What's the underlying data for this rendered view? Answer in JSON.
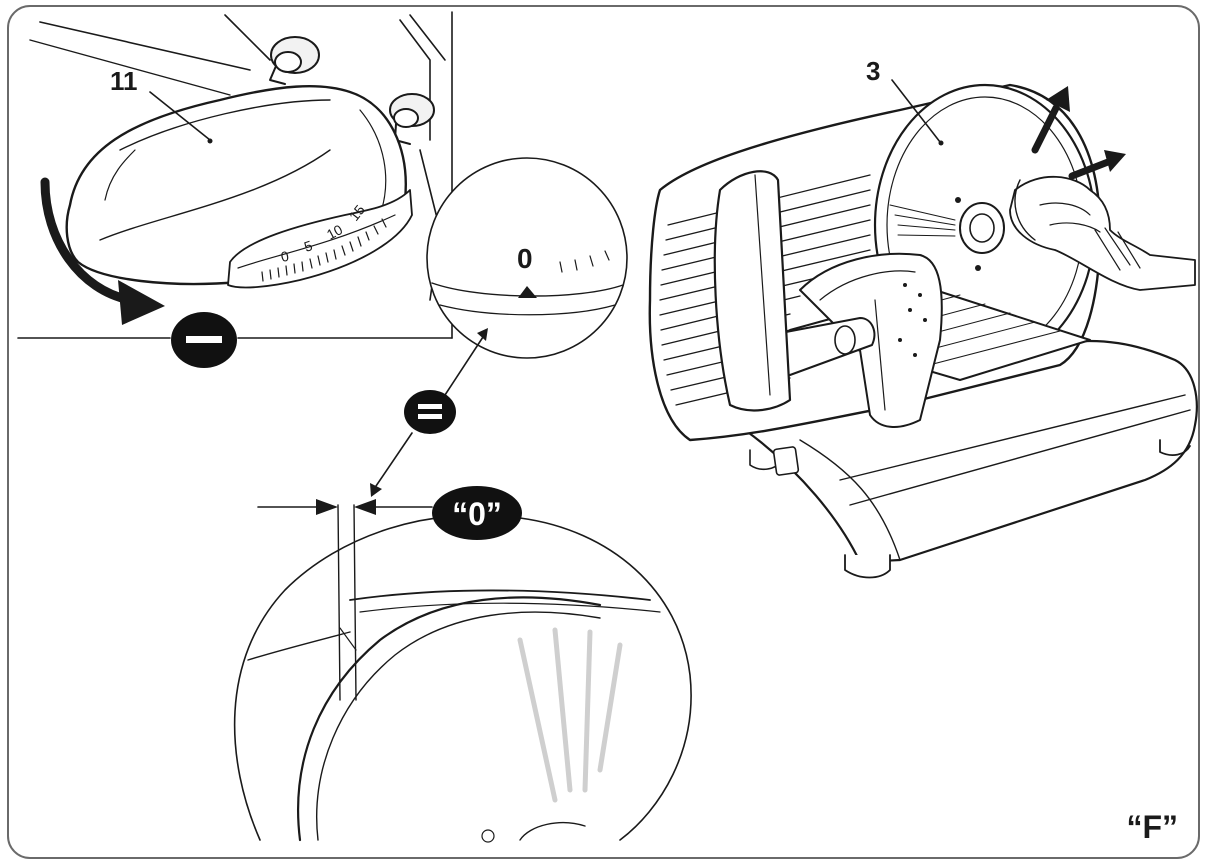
{
  "labels": {
    "part_dial": "11",
    "part_blade": "3",
    "dial_zero": "0",
    "scale_0": "0",
    "scale_5": "5",
    "scale_10": "10",
    "scale_15": "15",
    "minus_symbol": "—",
    "equals_symbol": "=",
    "zero_badge": "“0”",
    "figure_id": "“F”"
  },
  "colors": {
    "ink": "#1a1a1a",
    "badge": "#111111",
    "panel_fill": "#ffffff",
    "frame": "#6a6a6a",
    "shade": "#d9d9d9"
  }
}
